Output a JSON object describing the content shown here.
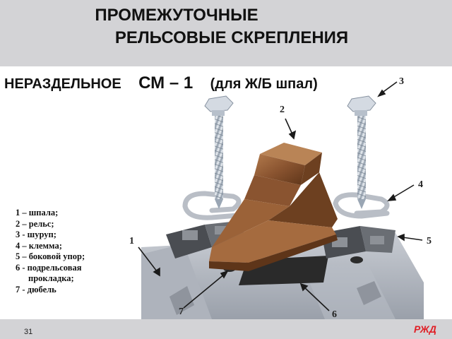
{
  "header": {
    "title_line1": "ПРОМЕЖУТОЧНЫЕ",
    "title_line2": "РЕЛЬСОВЫЕ  СКРЕПЛЕНИЯ"
  },
  "subtitle": {
    "type": "НЕРАЗДЕЛЬНОЕ",
    "model": "СМ – 1",
    "note": "(для Ж/Б шпал)"
  },
  "legend": [
    "1 – шпала;",
    "2 – рельс;",
    "3 -  шуруп;",
    "4 – клемма;",
    "5 – боковой упор;",
    "6 - подрельсовая",
    "прокладка;",
    "7 - дюбель"
  ],
  "callouts": [
    "3",
    "2",
    "4",
    "1",
    "5",
    "7",
    "6"
  ],
  "footer": {
    "page_number": "31",
    "logo_text": "РЖД"
  },
  "colors": {
    "header_bg": "#d3d3d6",
    "rail": "#8a5430",
    "logo": "#e01f26"
  },
  "icons": [
    "screw-icon",
    "rail-icon",
    "clamp-icon",
    "side-stop-icon",
    "pad-icon",
    "sleeper-icon",
    "dowel-icon"
  ]
}
